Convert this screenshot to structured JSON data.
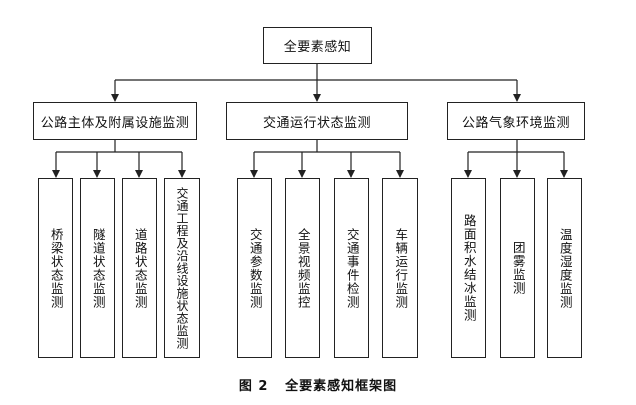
{
  "root": {
    "label": "全要素感知"
  },
  "categories": [
    {
      "label": "公路主体及附属设施监测",
      "items": [
        "桥梁状态监测",
        "隧道状态监测",
        "道路状态监测",
        "交通工程及沿线设施状态监测"
      ]
    },
    {
      "label": "交通运行状态监测",
      "items": [
        "交通参数监测",
        "全景视频监控",
        "交通事件检测",
        "车辆运行监测"
      ]
    },
    {
      "label": "公路气象环境监测",
      "items": [
        "路面积水结冰监测",
        "团雾监测",
        "温度湿度监测"
      ]
    }
  ],
  "caption": {
    "figure_number": "图 2",
    "title": "全要素感知框架图"
  }
}
